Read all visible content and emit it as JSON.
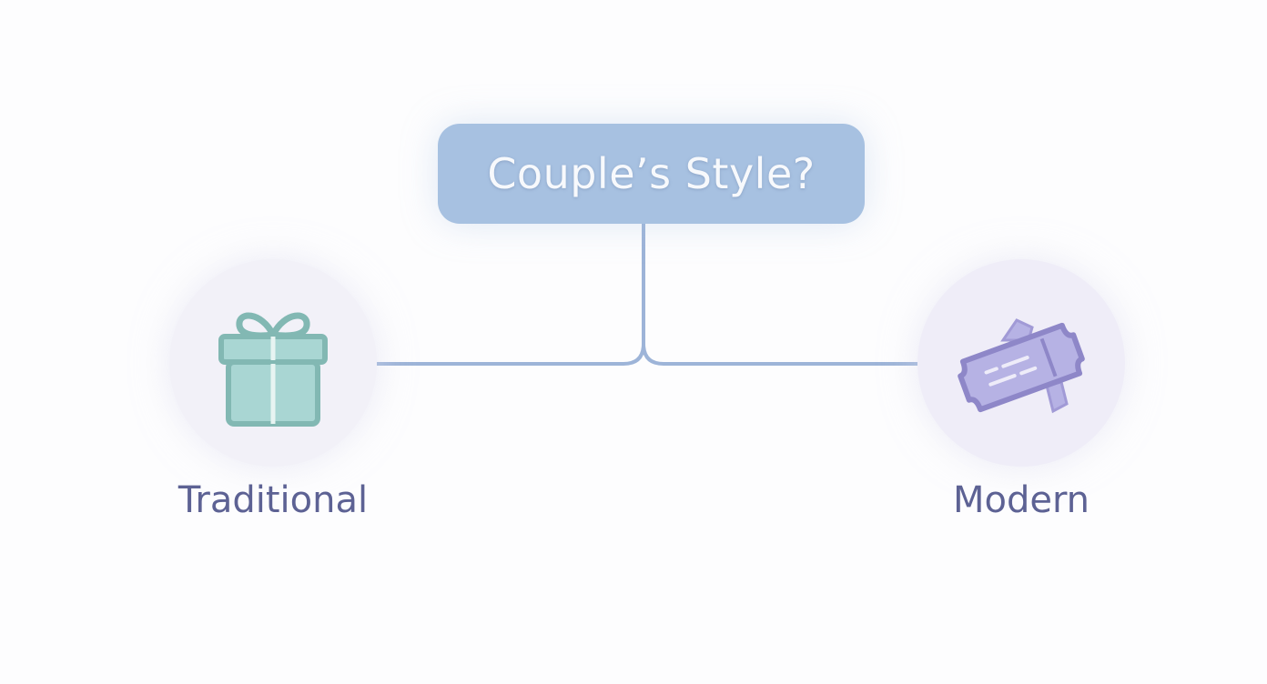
{
  "diagram": {
    "question": {
      "label": "Couple’s Style?"
    },
    "options": [
      {
        "label": "Traditional",
        "icon": "gift-icon",
        "icon_color": "#a9d6d3",
        "icon_stroke": "#82b8b3"
      },
      {
        "label": "Modern",
        "icon": "plane-ticket-icon",
        "icon_color": "#b6b2e4",
        "icon_stroke": "#8e87c8"
      }
    ],
    "colors": {
      "question_fill": "#a7c1e1",
      "connector": "#9db4d8",
      "circle_fill": "#f2f1f8",
      "label_text": "#5d6294"
    }
  }
}
